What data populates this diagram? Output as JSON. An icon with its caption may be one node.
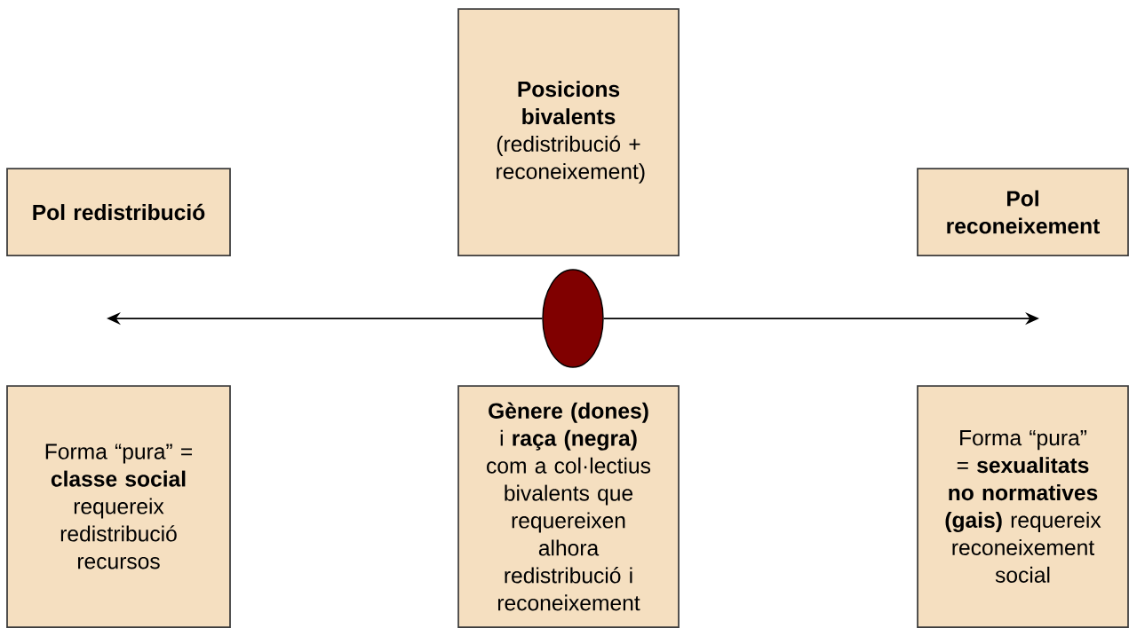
{
  "diagram": {
    "nodes": [
      {
        "text": [
          "Posicions bivalents",
          "(redistribució + reconeixement)"
        ]
      },
      {
        "text": [
          "Pol redistribució"
        ]
      },
      {
        "text": [
          "Pol reconeixement"
        ]
      },
      {
        "text": [],
        "shape": "ellipse"
      },
      {
        "text": [
          "Forma “pura” = **classe social** requereix redistribució recursos"
        ]
      },
      {
        "text": [
          "**Gènere (dones)** i **raça (negra)** com a col·lectius bivalents que requereixen alhora redistribució i reconeixement"
        ]
      },
      {
        "text": [
          "Forma “pura” = **sexualitats no normatives (gais)** requereix reconeixement social"
        ]
      }
    ],
    "edges": [
      {
        "from": 3,
        "to": null,
        "arrow": "to"
      },
      {
        "from": 3,
        "to": null,
        "arrow": "to"
      }
    ]
  }
}
